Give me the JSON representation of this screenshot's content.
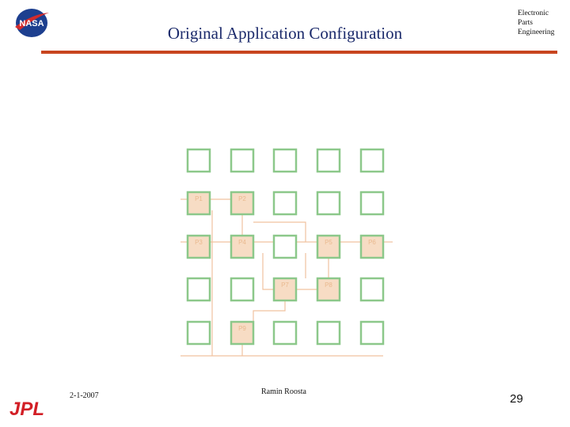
{
  "header": {
    "title": "Original Application Configuration",
    "department_lines": [
      "Electronic",
      "Parts",
      "Engineering"
    ]
  },
  "logos": {
    "top_left": "NASA",
    "bottom_left": "JPL"
  },
  "diagram": {
    "grid": {
      "rows": 5,
      "cols": 5
    },
    "highlighted_cells": [
      {
        "row": 2,
        "col": 1,
        "label": "P1"
      },
      {
        "row": 2,
        "col": 2,
        "label": "P2"
      },
      {
        "row": 3,
        "col": 1,
        "label": "P3"
      },
      {
        "row": 3,
        "col": 2,
        "label": "P4"
      },
      {
        "row": 3,
        "col": 4,
        "label": "P5"
      },
      {
        "row": 3,
        "col": 5,
        "label": "P6"
      },
      {
        "row": 4,
        "col": 3,
        "label": "P7"
      },
      {
        "row": 4,
        "col": 4,
        "label": "P8"
      },
      {
        "row": 5,
        "col": 2,
        "label": "P9"
      }
    ],
    "colors": {
      "cell_border": "#8cc88a",
      "highlight_fill": "#f7dcc4",
      "wire": "#f1c29f"
    }
  },
  "footer": {
    "date": "2-1-2007",
    "author": "Ramin Roosta",
    "page_number": "29"
  }
}
